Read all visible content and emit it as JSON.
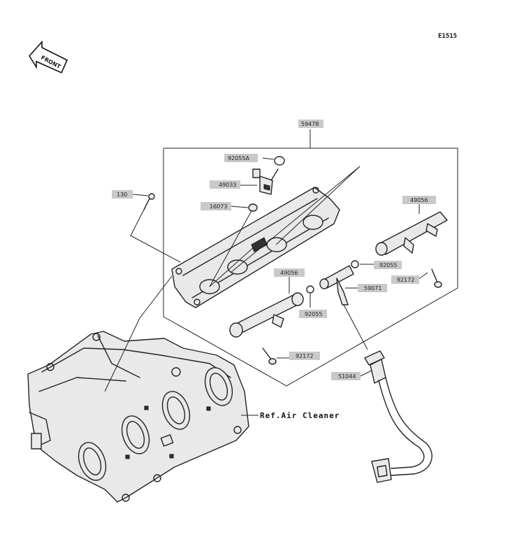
{
  "diagram_code": "E1515",
  "front_indicator": "FRONT",
  "reference_note": "Ref.Air Cleaner",
  "parts": {
    "assembly": "59478",
    "oring_large": "92055A",
    "injector": "49033",
    "grommet": "16073",
    "bolt": "130",
    "delivery_pipe_upper": "49056",
    "delivery_pipe_lower": "49056",
    "oring_upper": "92055",
    "oring_lower": "92055",
    "bolt_upper": "92172",
    "bolt_lower": "92172",
    "joint": "59071",
    "hose": "51044"
  },
  "colors": {
    "label_background": "#c9c9c9",
    "line": "#222222",
    "part_fill": "#e9e9e9"
  }
}
